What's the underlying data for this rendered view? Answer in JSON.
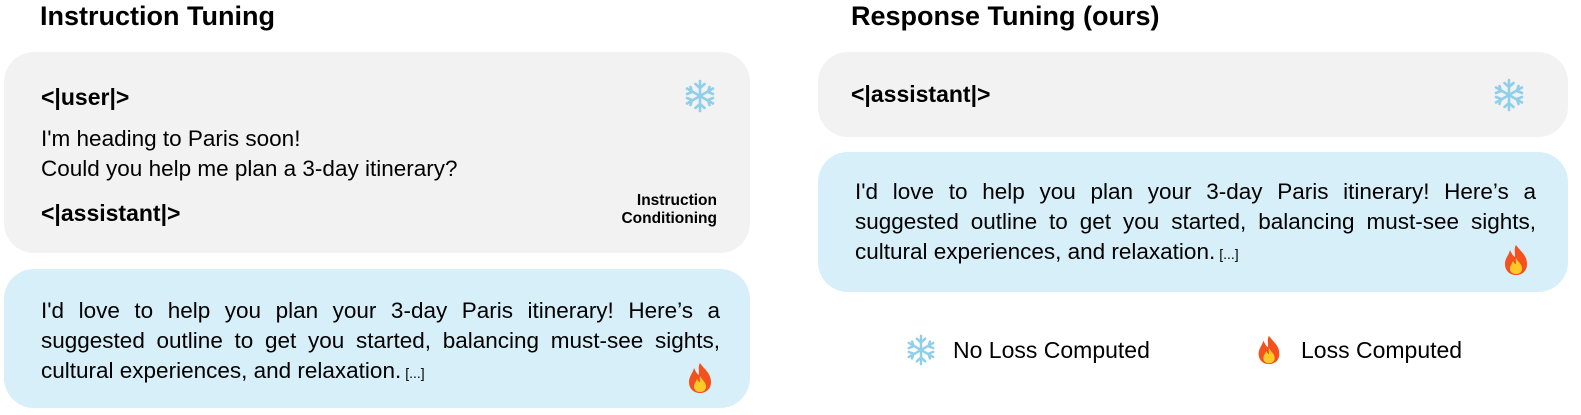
{
  "left": {
    "title": "Instruction Tuning",
    "prompt": {
      "user_token": "<|user|>",
      "user_line_1": "I'm heading to Paris soon!",
      "user_line_2": "Could you help me plan a 3-day itinerary?",
      "assistant_token": "<|assistant|>",
      "conditioning_line_1": "Instruction",
      "conditioning_line_2": "Conditioning",
      "icon": "snowflake-icon"
    },
    "response": {
      "text": "I'd love to help you plan your 3-day Paris itinerary! Here’s a suggested outline to get you started, balancing must-see sights, cultural experiences, and relaxation.",
      "ellipsis": "[...]",
      "icon": "fire-icon"
    }
  },
  "right": {
    "title": "Response Tuning (ours)",
    "prompt": {
      "assistant_token": "<|assistant|>",
      "icon": "snowflake-icon"
    },
    "response": {
      "text": "I'd love to help you plan your 3-day Paris itinerary! Here’s a suggested outline to get you started, balancing must-see sights, cultural experiences, and relaxation.",
      "ellipsis": "[...]",
      "icon": "fire-icon"
    }
  },
  "legend": {
    "no_loss_label": "No Loss Computed",
    "no_loss_icon": "snowflake-icon",
    "loss_label": "Loss Computed",
    "loss_icon": "fire-icon"
  },
  "colors": {
    "prompt_box": "#f2f2f2",
    "response_box": "#d6eff9",
    "snowflake": "#8fcfea",
    "flame_outer": "#f4511e",
    "flame_inner": "#ffca28"
  }
}
